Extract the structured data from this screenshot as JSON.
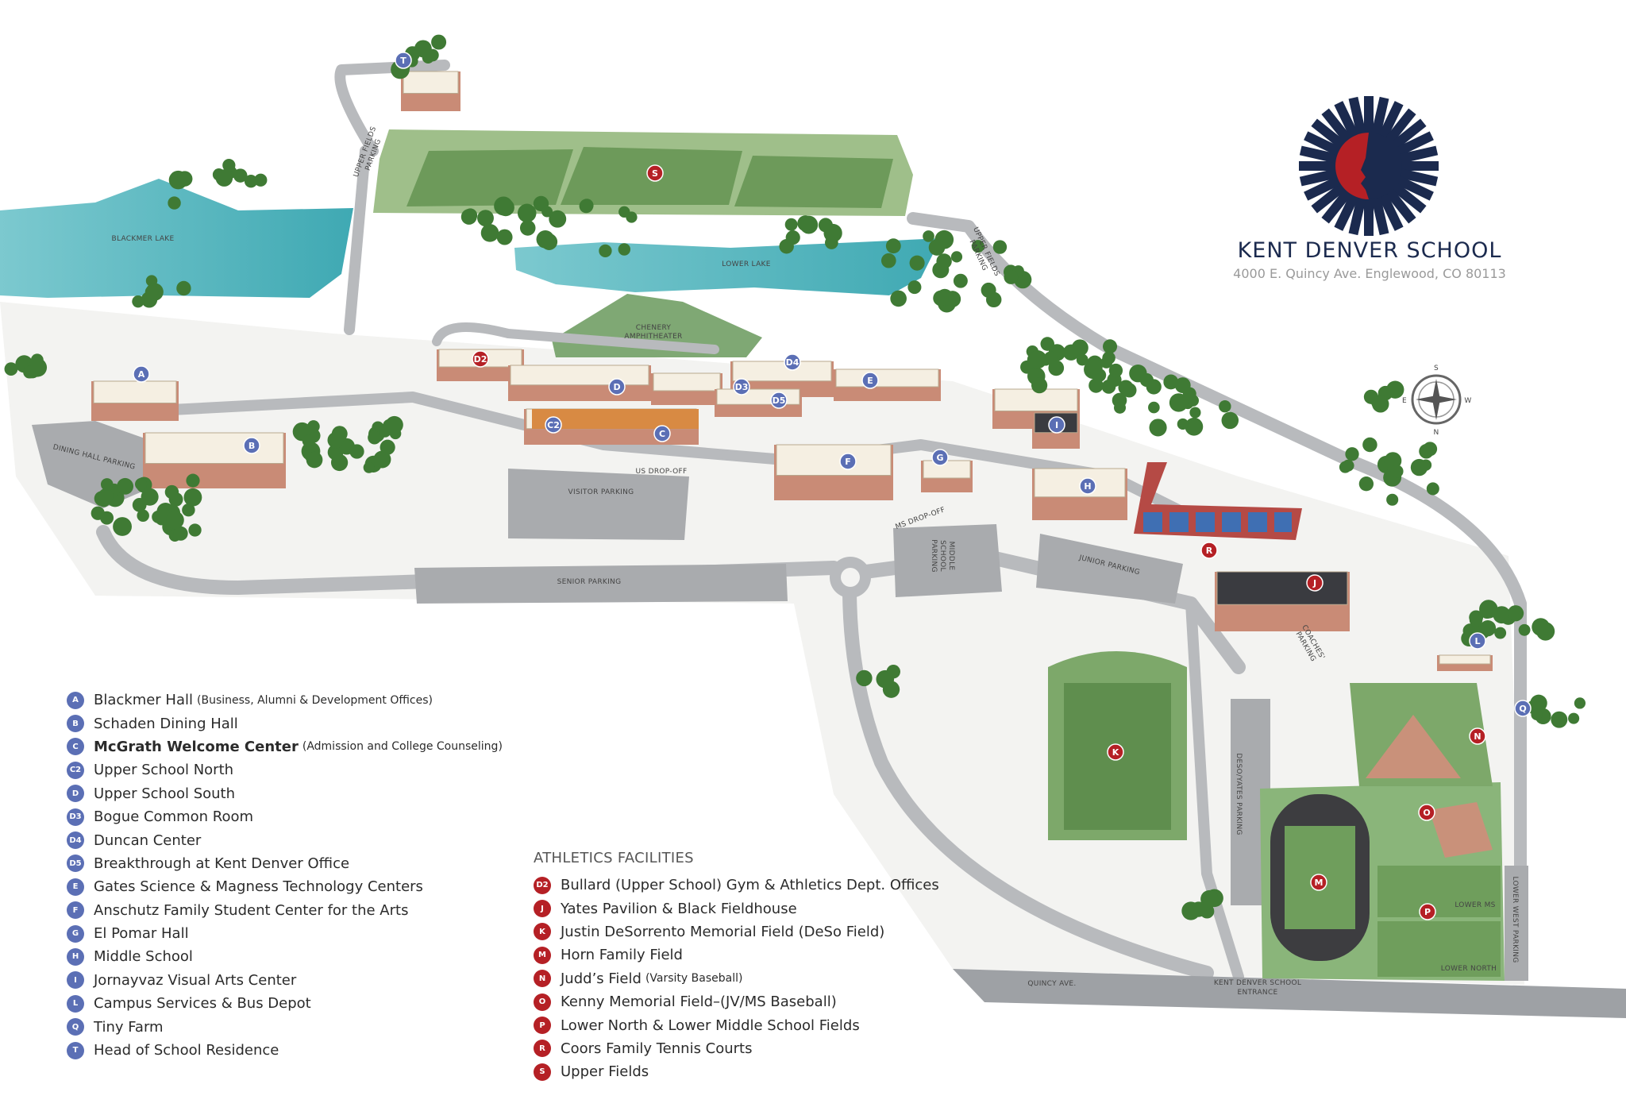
{
  "brand": {
    "name": "KENT DENVER SCHOOL",
    "address": "4000 E. Quincy Ave. Englewood, CO 80113",
    "colors": {
      "navy": "#1b2a4e",
      "red": "#b52025"
    }
  },
  "compass": {
    "top": "S",
    "left": "E",
    "right": "W",
    "bottom": "N"
  },
  "map_labels": {
    "blackmer_lake": "BLACKMER LAKE",
    "lower_lake": "LOWER LAKE",
    "amphitheater_1": "CHENERY",
    "amphitheater_2": "AMPHITHEATER",
    "upper_fields_parking_w1": "UPPER FIELDS",
    "upper_fields_parking_w2": "PARKING",
    "upper_fields_parking_e1": "UPPER FIELDS",
    "upper_fields_parking_e2": "PARKING",
    "dining_hall_parking": "DINING HALL PARKING",
    "us_dropoff": "US DROP-OFF",
    "visitor_parking": "VISITOR PARKING",
    "senior_parking": "SENIOR PARKING",
    "ms_dropoff": "MS DROP-OFF",
    "middle_school_parking_1": "MIDDLE",
    "middle_school_parking_2": "SCHOOL",
    "middle_school_parking_3": "PARKING",
    "junior_parking": "JUNIOR PARKING",
    "coaches_parking_1": "COACHES'",
    "coaches_parking_2": "PARKING",
    "deso_yates_parking": "DESO/YATES PARKING",
    "lower_west_parking": "LOWER WEST PARKING",
    "lower_ms": "LOWER MS",
    "lower_north": "LOWER NORTH",
    "quincy_ave": "QUINCY AVE.",
    "entrance_1": "KENT DENVER SCHOOL",
    "entrance_2": "ENTRANCE"
  },
  "marker_colors": {
    "building": "#5b6fb5",
    "athletics": "#b52025"
  },
  "buildings": [
    {
      "code": "A",
      "name": "Blackmer Hall",
      "note": "(Business, Alumni & Development Offices)"
    },
    {
      "code": "B",
      "name": "Schaden Dining Hall"
    },
    {
      "code": "C",
      "name": "McGrath Welcome Center",
      "note": "(Admission and College Counseling)",
      "bold": true
    },
    {
      "code": "C2",
      "name": "Upper School North"
    },
    {
      "code": "D",
      "name": "Upper School South"
    },
    {
      "code": "D3",
      "name": "Bogue Common Room"
    },
    {
      "code": "D4",
      "name": "Duncan Center"
    },
    {
      "code": "D5",
      "name": "Breakthrough at Kent Denver Office"
    },
    {
      "code": "E",
      "name": "Gates Science & Magness Technology Centers"
    },
    {
      "code": "F",
      "name": "Anschutz Family Student Center for the Arts"
    },
    {
      "code": "G",
      "name": "El Pomar Hall"
    },
    {
      "code": "H",
      "name": "Middle School"
    },
    {
      "code": "I",
      "name": "Jornayvaz Visual Arts Center"
    },
    {
      "code": "L",
      "name": "Campus Services & Bus Depot"
    },
    {
      "code": "Q",
      "name": "Tiny Farm"
    },
    {
      "code": "T",
      "name": "Head of School Residence"
    }
  ],
  "athletics": {
    "title": "ATHLETICS FACILITIES",
    "items": [
      {
        "code": "D2",
        "name": "Bullard (Upper School) Gym & Athletics Dept. Offices"
      },
      {
        "code": "J",
        "name": "Yates Pavilion & Black Fieldhouse"
      },
      {
        "code": "K",
        "name": "Justin DeSorrento Memorial Field (DeSo Field)"
      },
      {
        "code": "M",
        "name": "Horn Family Field"
      },
      {
        "code": "N",
        "name": "Judd’s Field",
        "note": "(Varsity Baseball)"
      },
      {
        "code": "O",
        "name": "Kenny Memorial Field–(JV/MS Baseball)"
      },
      {
        "code": "P",
        "name": "Lower North & Lower Middle School Fields"
      },
      {
        "code": "R",
        "name": "Coors Family Tennis Courts"
      },
      {
        "code": "S",
        "name": "Upper Fields"
      }
    ]
  }
}
